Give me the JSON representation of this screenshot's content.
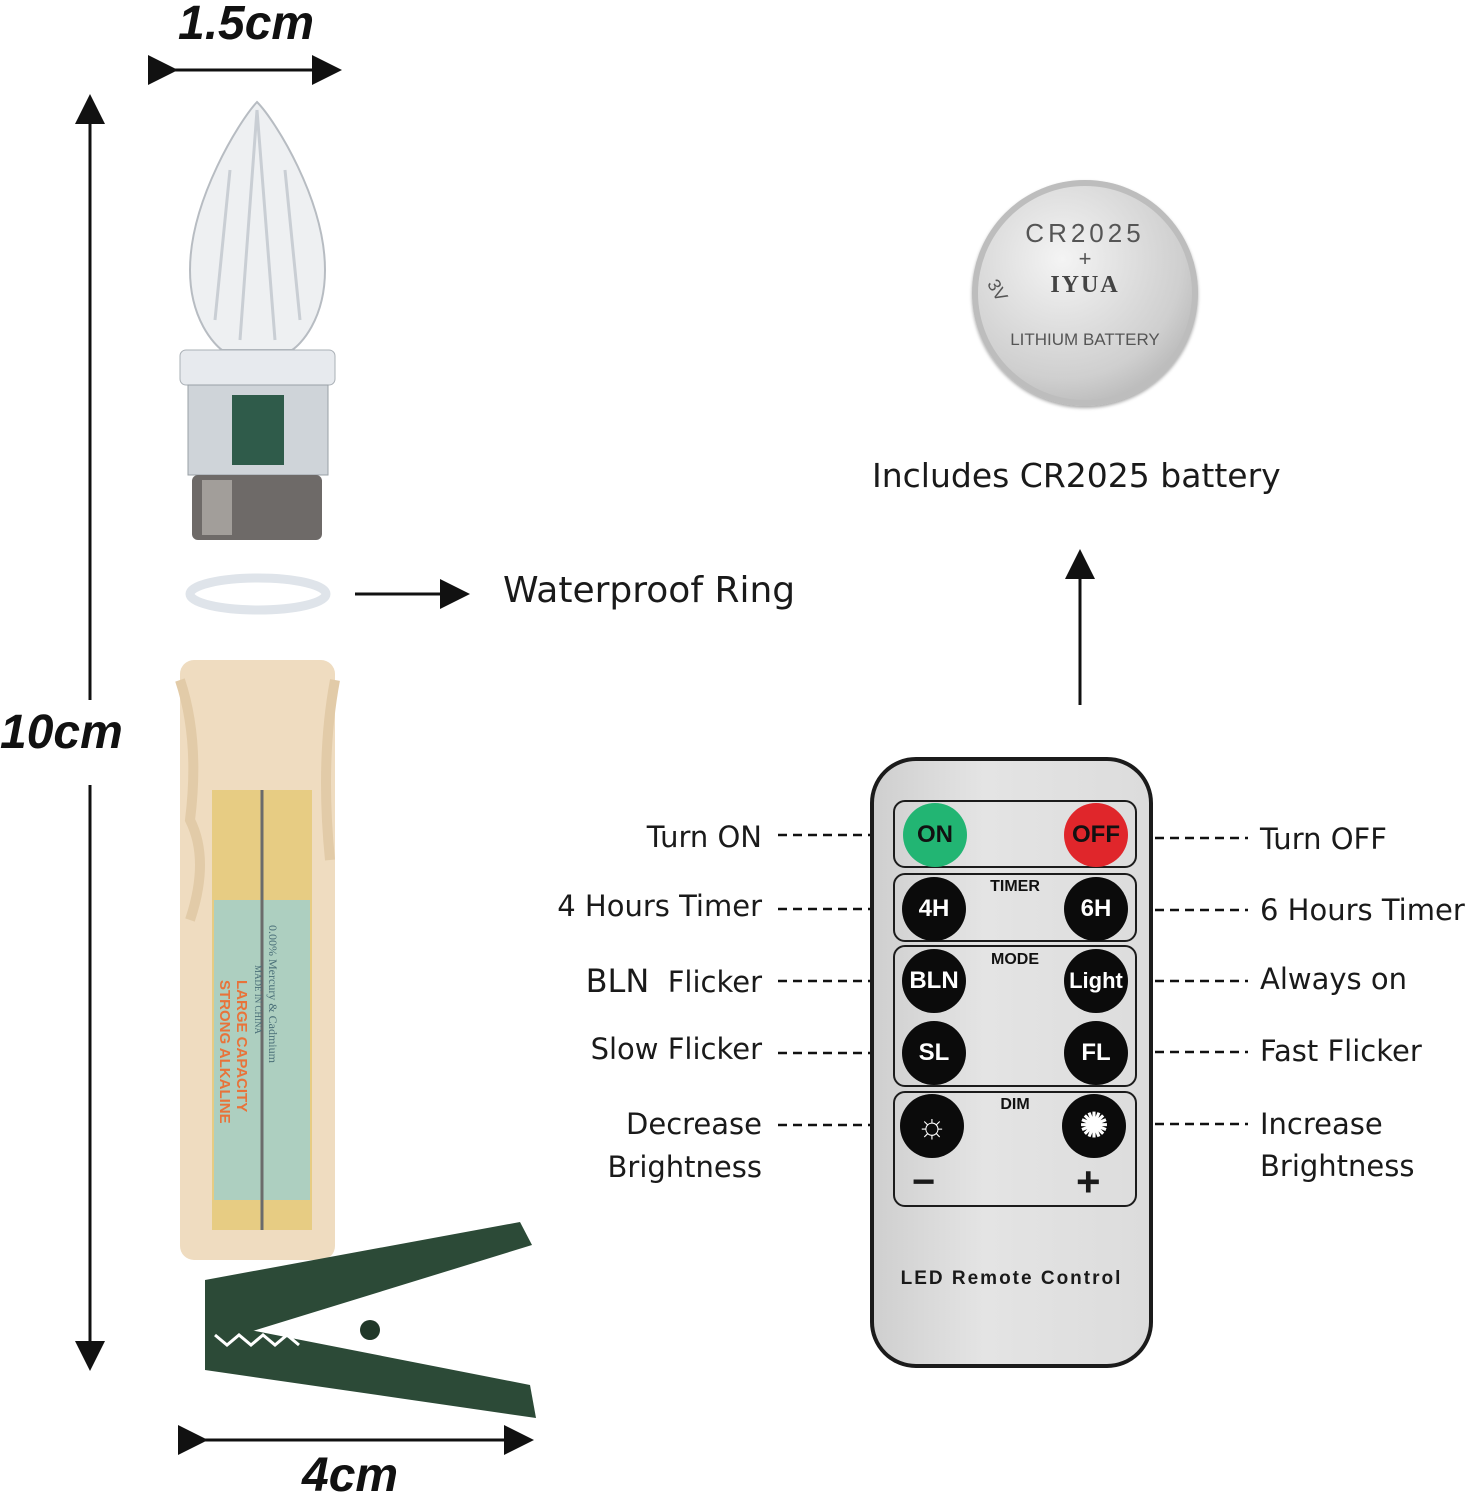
{
  "dimensions": {
    "width_label": "1.5cm",
    "height_label": "10cm",
    "base_label": "4cm"
  },
  "waterproof_ring_label": "Waterproof Ring",
  "battery_caption": "Includes CR2025 battery",
  "coin_cell": {
    "model": "CR2025",
    "plus": "+",
    "brand": "IYUA",
    "voltage": "3V",
    "type": "LITHIUM BATTERY"
  },
  "aa_battery": {
    "line1": "LARGE CAPACITY",
    "line2": "STRONG ALKALINE",
    "line3": "0.00% Mercury & Cadmium",
    "line4": "MADE IN CHINA"
  },
  "remote": {
    "title": "LED Remote Control",
    "groups": {
      "timer": "TIMER",
      "mode": "MODE",
      "dim": "DIM"
    },
    "buttons": {
      "on": "ON",
      "off": "OFF",
      "h4": "4H",
      "h6": "6H",
      "bln": "BLN",
      "light": "Light",
      "sl": "SL",
      "fl": "FL",
      "minus": "−",
      "plus": "+"
    },
    "colors": {
      "on": "#22b573",
      "off": "#e0262b",
      "body": "#d9d9d9"
    }
  },
  "callouts_left": {
    "on": "Turn ON",
    "h4": "4 Hours Timer",
    "bln_a": "BLN",
    "bln_b": "Flicker",
    "sl": "Slow Flicker",
    "dec1": "Decrease",
    "dec2": "Brightness"
  },
  "callouts_right": {
    "off": "Turn OFF",
    "h6": "6 Hours Timer",
    "light": "Always on",
    "fl": "Fast Flicker",
    "inc1": "Increase",
    "inc2": "Brightness"
  }
}
